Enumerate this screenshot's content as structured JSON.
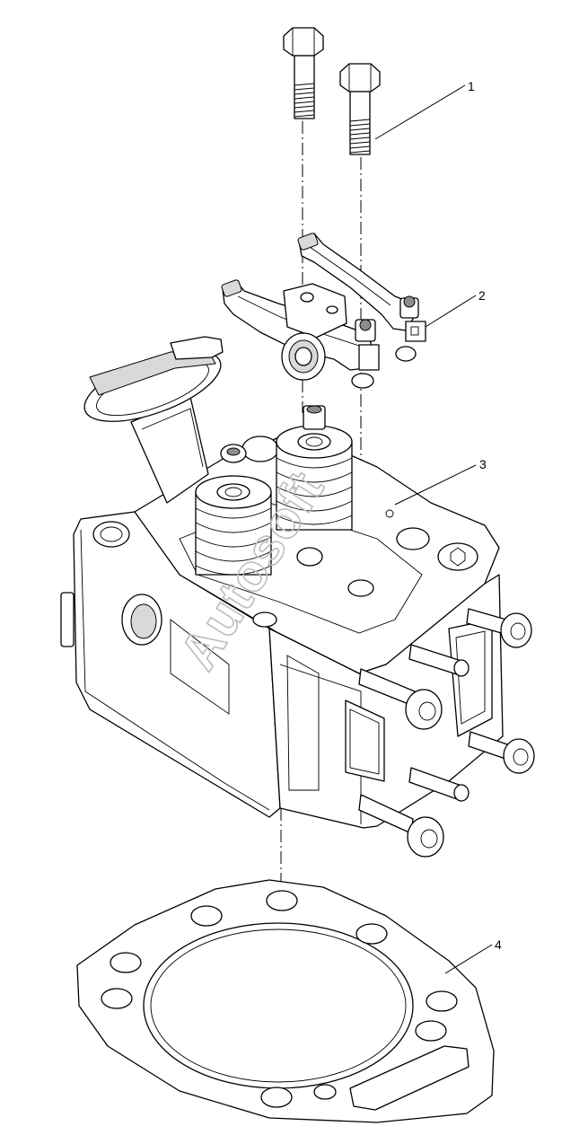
{
  "callouts": [
    {
      "label": "1",
      "part": "bolts"
    },
    {
      "label": "2",
      "part": "rocker-arm-assembly"
    },
    {
      "label": "3",
      "part": "cylinder-head"
    },
    {
      "label": "4",
      "part": "head-gasket"
    }
  ],
  "watermark": "Autosoft"
}
